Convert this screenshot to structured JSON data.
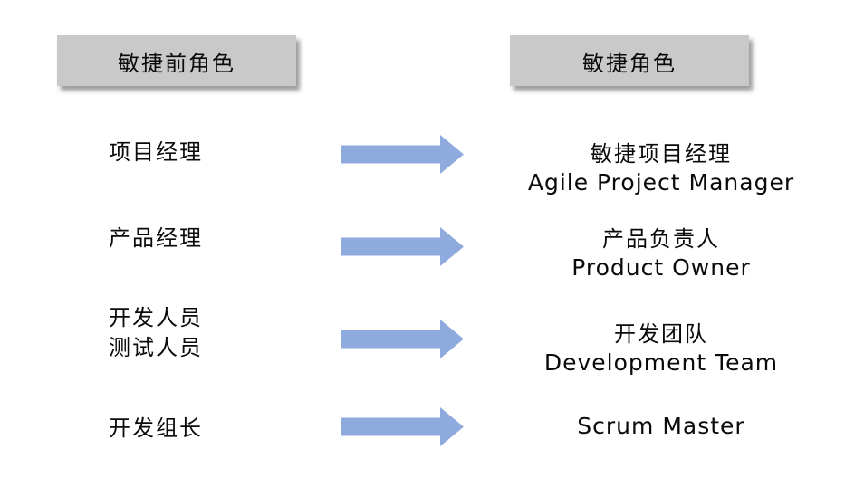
{
  "colors": {
    "arrow": "#8faadc",
    "header_bg": "#c9c9c9",
    "text": "#0a0a0a",
    "background": "#ffffff"
  },
  "headers": {
    "before": "敏捷前角色",
    "after": "敏捷角色"
  },
  "rows": [
    {
      "before": [
        "项目经理"
      ],
      "after_cn": "敏捷项目经理",
      "after_en": "Agile Project Manager"
    },
    {
      "before": [
        "产品经理"
      ],
      "after_cn": "产品负责人",
      "after_en": "Product Owner"
    },
    {
      "before": [
        "开发人员",
        "测试人员"
      ],
      "after_cn": "开发团队",
      "after_en": "Development Team"
    },
    {
      "before": [
        "开发组长"
      ],
      "after_en": "Scrum Master"
    }
  ],
  "icons": {
    "mapping_arrow": "right-block-arrow"
  }
}
